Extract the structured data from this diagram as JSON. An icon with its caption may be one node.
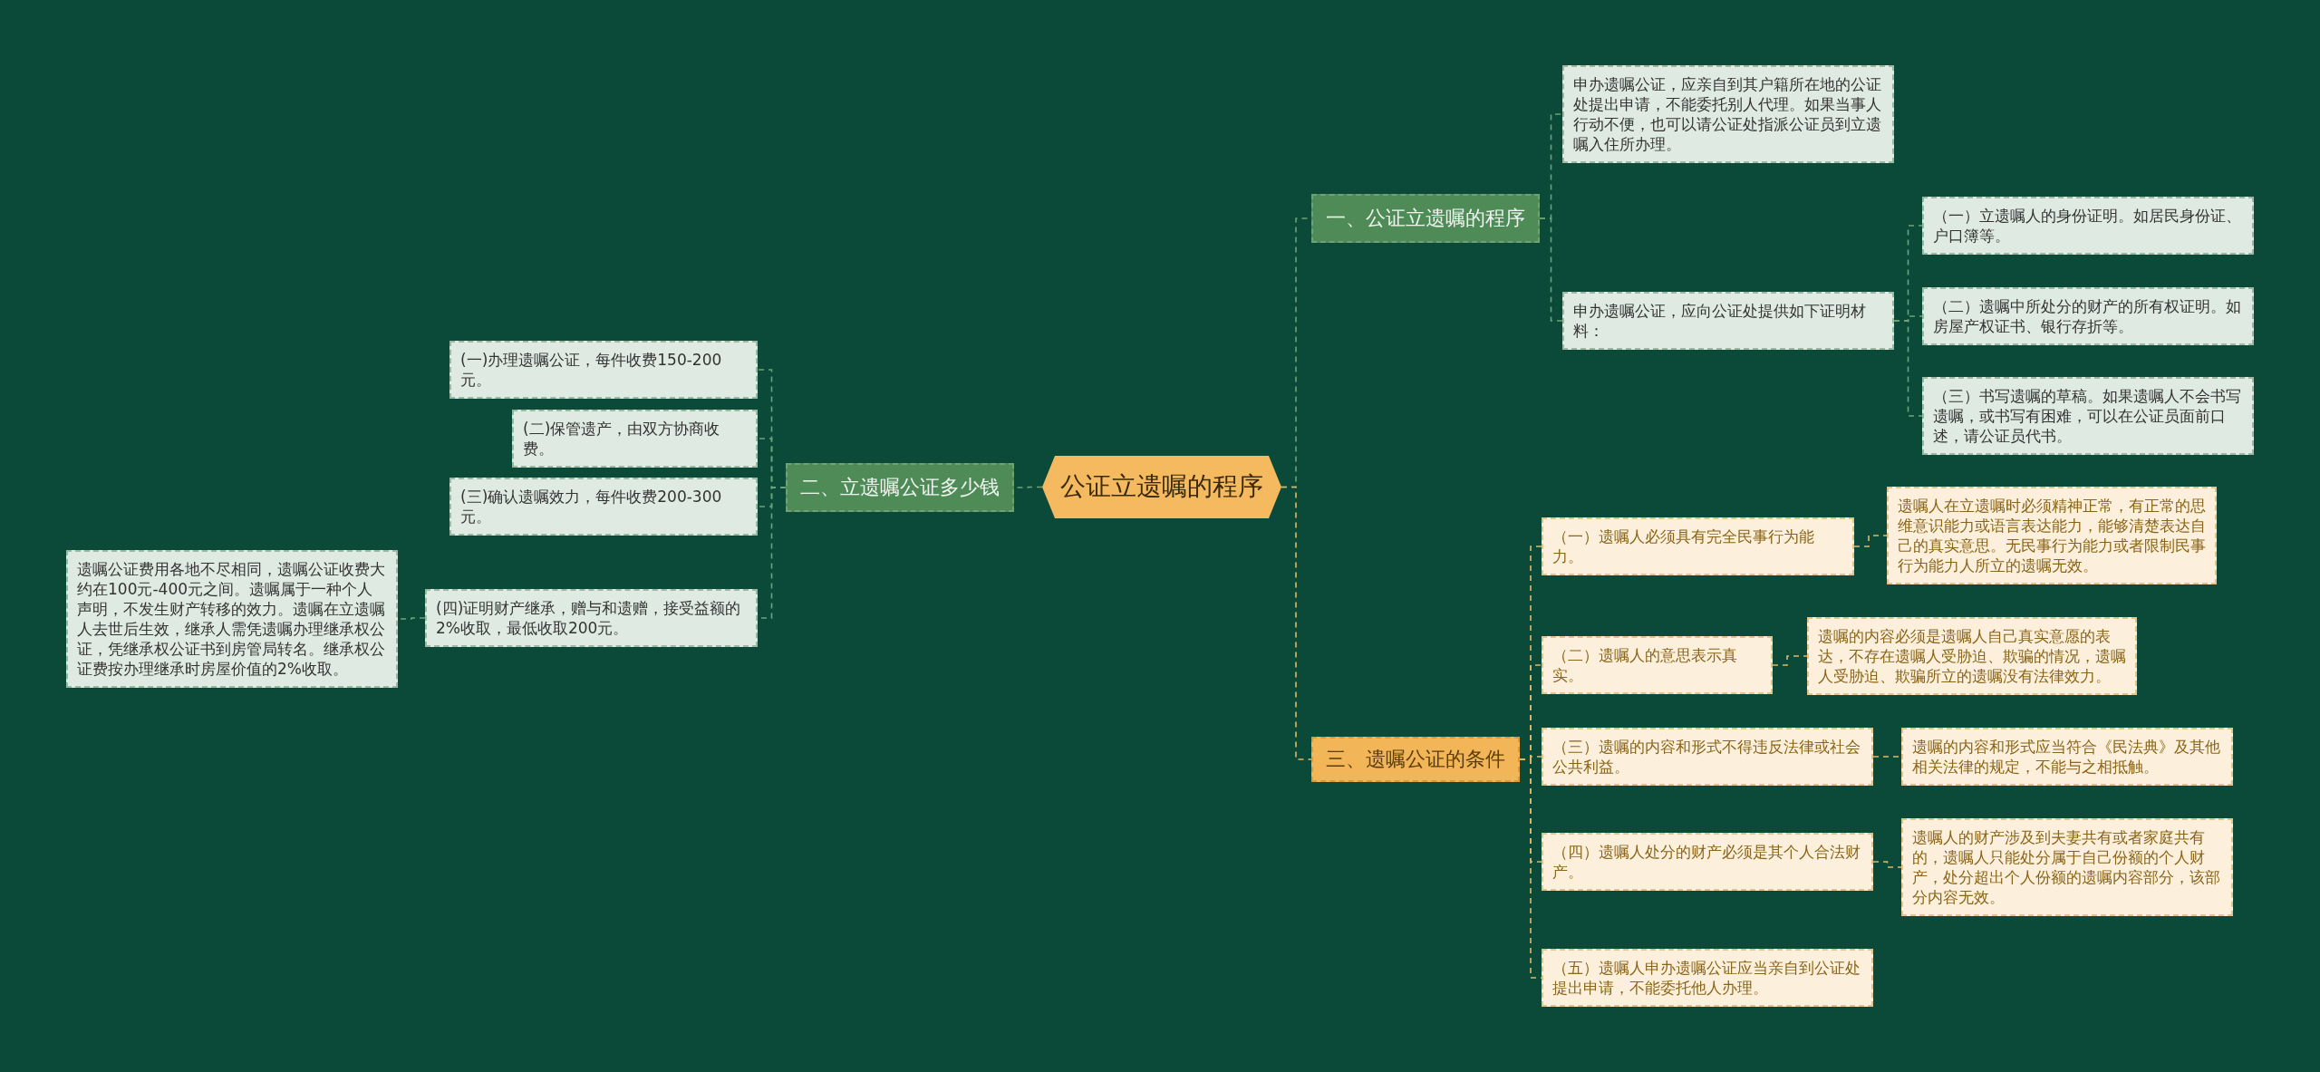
{
  "diagram": {
    "nodes": [
      {
        "text": [
          "公证立遗嘱的程序"
        ]
      },
      {
        "text": [
          "一、公证立遗嘱的程序"
        ]
      },
      {
        "text": [
          "申办遗嘱公证，应亲自到其户籍所在地的公证处提出申请，不能委托别人代理。如果当事人行动不便，也可以请公证处指派公证员到立遗嘱入住所办理。"
        ]
      },
      {
        "text": [
          "申办遗嘱公证，应向公证处提供如下证明材料："
        ]
      },
      {
        "text": [
          "（一）立遗嘱人的身份证明。如居民身份证、户口簿等。"
        ]
      },
      {
        "text": [
          "（二）遗嘱中所处分的财产的所有权证明。如房屋产权证书、银行存折等。"
        ]
      },
      {
        "text": [
          "（三）书写遗嘱的草稿。如果遗嘱人不会书写遗嘱，或书写有困难，可以在公证员面前口述，请公证员代书。"
        ]
      },
      {
        "text": [
          "二、立遗嘱公证多少钱"
        ]
      },
      {
        "text": [
          "(一)办理遗嘱公证，每件收费150-200元。"
        ]
      },
      {
        "text": [
          "(二)保管遗产，由双方协商收费。"
        ]
      },
      {
        "text": [
          "(三)确认遗嘱效力，每件收费200-300元。"
        ]
      },
      {
        "text": [
          "(四)证明财产继承，赠与和遗赠，接受益额的2%收取，最低收取200元。"
        ]
      },
      {
        "text": [
          "遗嘱公证费用各地不尽相同，遗嘱公证收费大约在100元-400元之间。遗嘱属于一种个人声明，不发生财产转移的效力。遗嘱在立遗嘱人去世后生效，继承人需凭遗嘱办理继承权公证，凭继承权公证书到房管局转名。继承权公证费按办理继承时房屋价值的2%收取。"
        ]
      },
      {
        "text": [
          "三、遗嘱公证的条件"
        ]
      },
      {
        "text": [
          "（一）遗嘱人必须具有完全民事行为能力。"
        ]
      },
      {
        "text": [
          "遗嘱人在立遗嘱时必须精神正常，有正常的思维意识能力或语言表达能力，能够清楚表达自己的真实意思。无民事行为能力或者限制民事行为能力人所立的遗嘱无效。"
        ]
      },
      {
        "text": [
          "（二）遗嘱人的意思表示真实。"
        ]
      },
      {
        "text": [
          "遗嘱的内容必须是遗嘱人自己真实意愿的表达，不存在遗嘱人受胁迫、欺骗的情况，遗嘱人受胁迫、欺骗所立的遗嘱没有法律效力。"
        ]
      },
      {
        "text": [
          "（三）遗嘱的内容和形式不得违反法律或社会公共利益。"
        ]
      },
      {
        "text": [
          "遗嘱的内容和形式应当符合《民法典》及其他相关法律的规定，不能与之相抵触。"
        ]
      },
      {
        "text": [
          "（四）遗嘱人处分的财产必须是其个人合法财产。"
        ]
      },
      {
        "text": [
          "遗嘱人的财产涉及到夫妻共有或者家庭共有的，遗嘱人只能处分属于自己份额的个人财产，处分超出个人份额的遗嘱内容部分，该部分内容无效。"
        ]
      },
      {
        "text": [
          "（五）遗嘱人申办遗嘱公证应当亲自到公证处提出申请，不能委托他人办理。"
        ]
      }
    ],
    "edges": [
      {
        "from": 0,
        "to": 1,
        "arrow": "none"
      },
      {
        "from": 1,
        "to": 2,
        "arrow": "none"
      },
      {
        "from": 1,
        "to": 3,
        "arrow": "none"
      },
      {
        "from": 3,
        "to": 4,
        "arrow": "none"
      },
      {
        "from": 3,
        "to": 5,
        "arrow": "none"
      },
      {
        "from": 3,
        "to": 6,
        "arrow": "none"
      },
      {
        "from": 0,
        "to": 7,
        "arrow": "none"
      },
      {
        "from": 7,
        "to": 8,
        "arrow": "none"
      },
      {
        "from": 7,
        "to": 9,
        "arrow": "none"
      },
      {
        "from": 7,
        "to": 10,
        "arrow": "none"
      },
      {
        "from": 7,
        "to": 11,
        "arrow": "none"
      },
      {
        "from": 11,
        "to": 12,
        "arrow": "none"
      },
      {
        "from": 0,
        "to": 13,
        "arrow": "none",
        "color": "#e0b868"
      },
      {
        "from": 13,
        "to": 14,
        "arrow": "none",
        "color": "#e0b868"
      },
      {
        "from": 14,
        "to": 15,
        "arrow": "none",
        "color": "#e0b868"
      },
      {
        "from": 13,
        "to": 16,
        "arrow": "none",
        "color": "#e0b868"
      },
      {
        "from": 16,
        "to": 17,
        "arrow": "none",
        "color": "#e0b868"
      },
      {
        "from": 13,
        "to": 18,
        "arrow": "none",
        "color": "#e0b868"
      },
      {
        "from": 18,
        "to": 19,
        "arrow": "none",
        "color": "#e0b868"
      },
      {
        "from": 13,
        "to": 20,
        "arrow": "none",
        "color": "#e0b868"
      },
      {
        "from": 20,
        "to": 21,
        "arrow": "none",
        "color": "#e0b868"
      },
      {
        "from": 13,
        "to": 22,
        "arrow": "none",
        "color": "#e0b868"
      }
    ]
  }
}
